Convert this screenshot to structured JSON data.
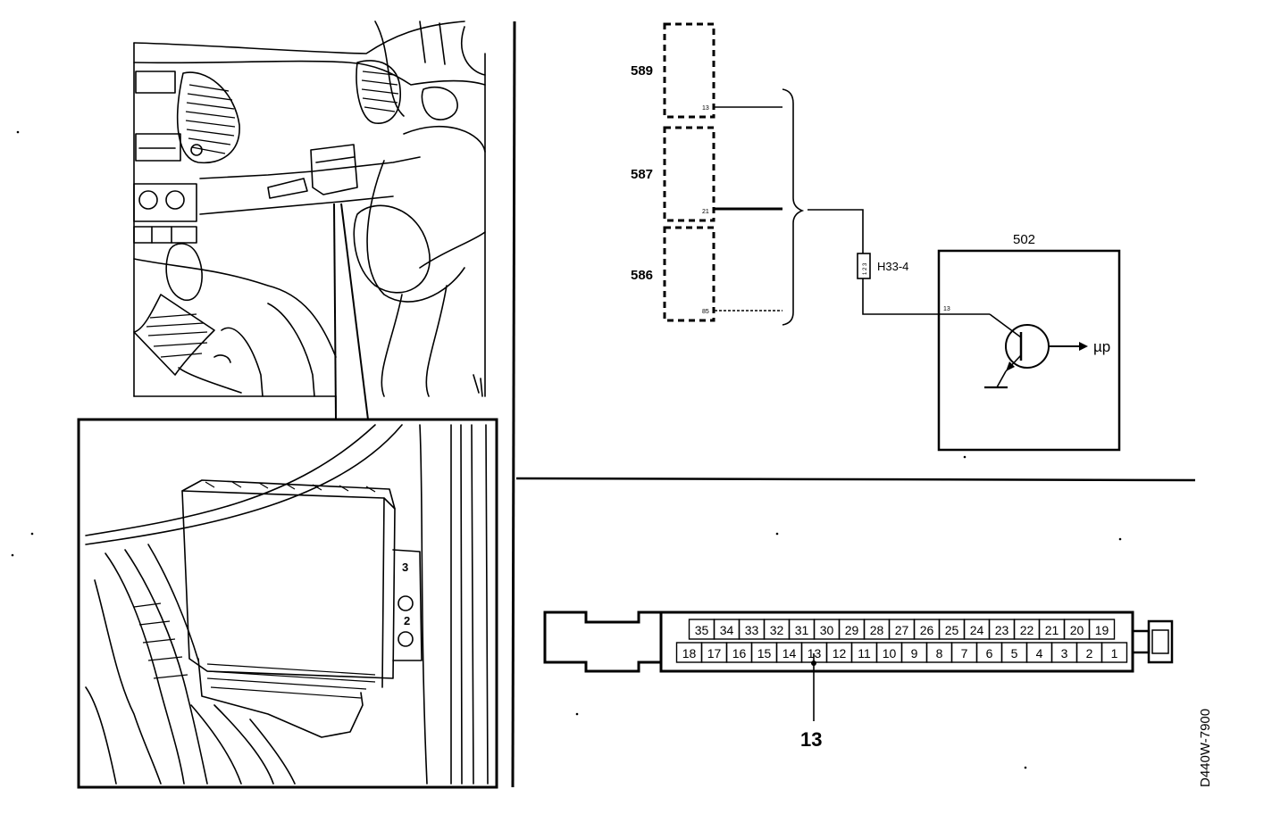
{
  "components": [
    {
      "id": "589",
      "pin": "13"
    },
    {
      "id": "587",
      "pin": "21"
    },
    {
      "id": "586",
      "pin": "85"
    }
  ],
  "control_module": {
    "id": "502",
    "pin": "13",
    "output_label": "µp"
  },
  "connector_label": "H33-4",
  "connector_pin_marks": "1 2 3",
  "pins_top_row": [
    "35",
    "34",
    "33",
    "32",
    "31",
    "30",
    "29",
    "28",
    "27",
    "26",
    "25",
    "24",
    "23",
    "22",
    "21",
    "20",
    "19"
  ],
  "pins_bottom_row": [
    "18",
    "17",
    "16",
    "15",
    "14",
    "13",
    "12",
    "11",
    "10",
    "9",
    "8",
    "7",
    "6",
    "5",
    "4",
    "3",
    "2",
    "1"
  ],
  "highlighted_pin": "13",
  "figure_code": "D440W-7900",
  "module_bracket_marks": [
    "3",
    "2"
  ]
}
